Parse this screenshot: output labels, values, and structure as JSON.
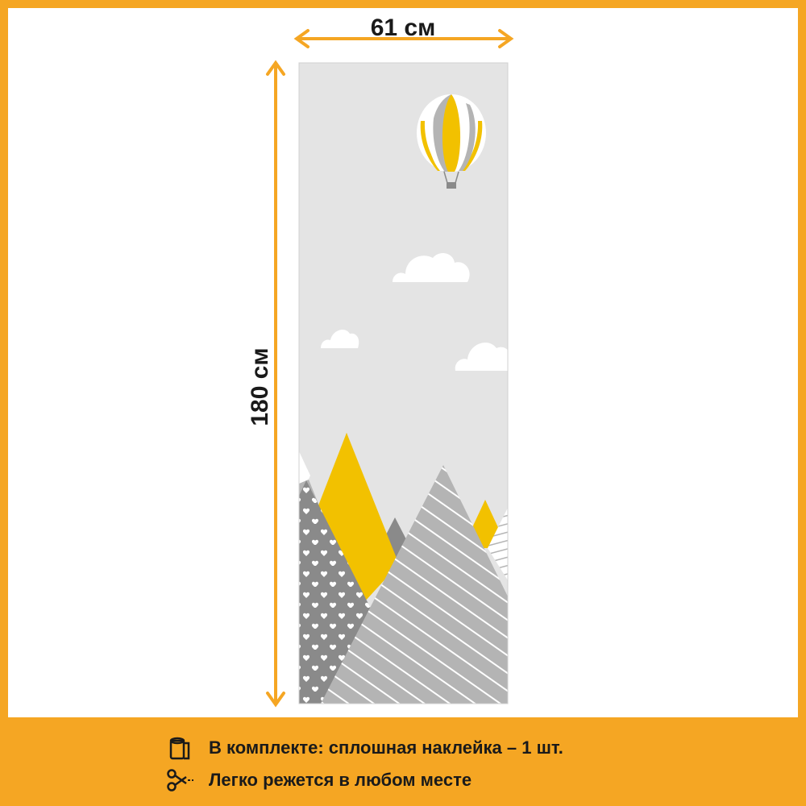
{
  "dimensions": {
    "width_label": "61 см",
    "height_label": "180 см"
  },
  "features": [
    {
      "icon": "roll-icon",
      "text": "В комплекте: сплошная наклейка – 1 шт."
    },
    {
      "icon": "scissors-icon",
      "text": "Легко режется в любом месте"
    }
  ],
  "colors": {
    "accent": "#f5a623",
    "yellow": "#f2c100",
    "sky": "#e4e4e4",
    "gray_dark": "#8a8a8a",
    "gray_mid": "#b4b4b4"
  }
}
